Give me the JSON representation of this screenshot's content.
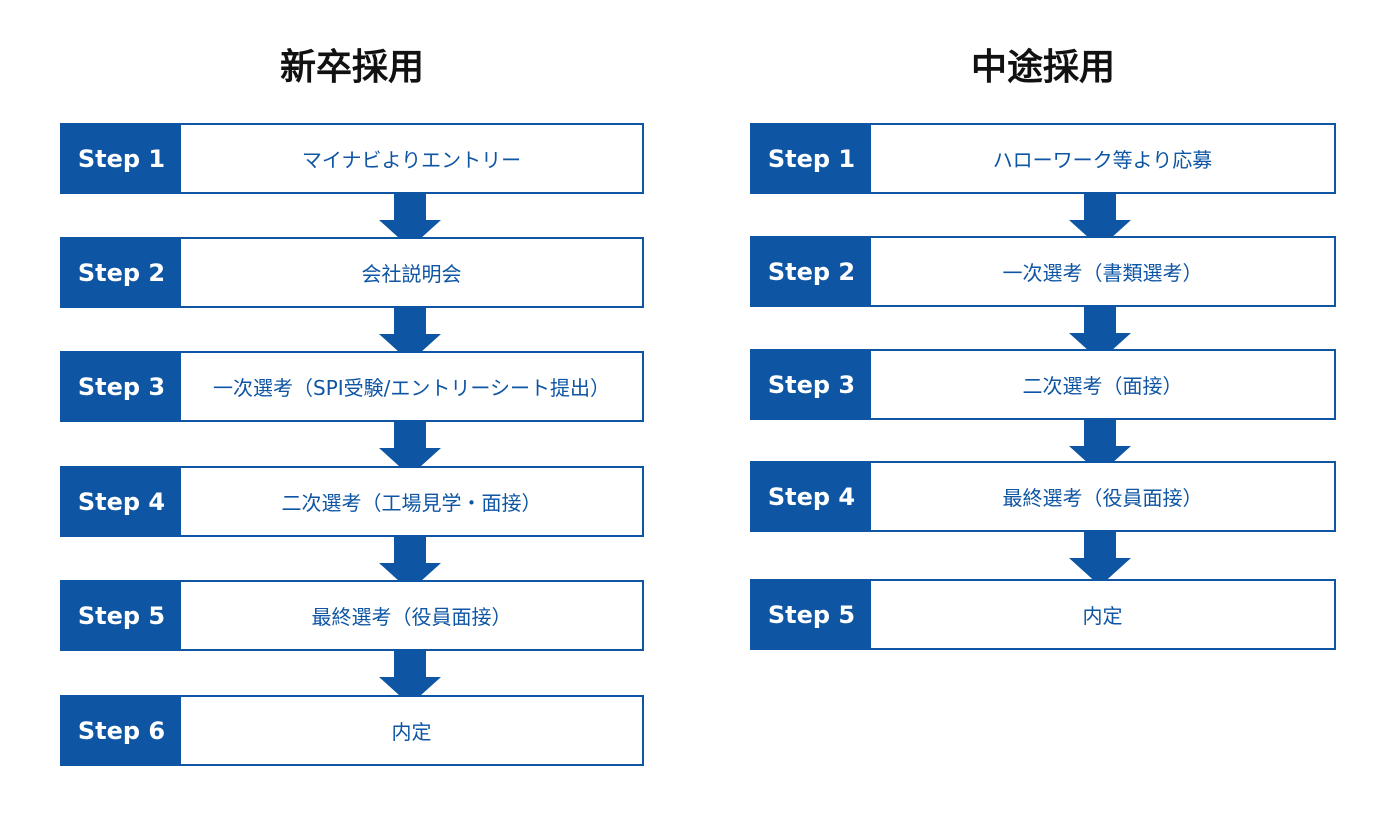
{
  "colors": {
    "primary": "#0e55a3",
    "text_dark": "#111111",
    "background": "#ffffff"
  },
  "columns": [
    {
      "title": "新卒採用",
      "steps": [
        {
          "label": "Step 1",
          "text": "マイナビよりエントリー"
        },
        {
          "label": "Step 2",
          "text": "会社説明会"
        },
        {
          "label": "Step 3",
          "text": "一次選考（SPI受験/エントリーシート提出）"
        },
        {
          "label": "Step 4",
          "text": "二次選考（工場見学・面接）"
        },
        {
          "label": "Step 5",
          "text": "最終選考（役員面接）"
        },
        {
          "label": "Step 6",
          "text": "内定"
        }
      ]
    },
    {
      "title": "中途採用",
      "steps": [
        {
          "label": "Step 1",
          "text": "ハローワーク等より応募"
        },
        {
          "label": "Step 2",
          "text": "一次選考（書類選考）"
        },
        {
          "label": "Step 3",
          "text": "二次選考（面接）"
        },
        {
          "label": "Step 4",
          "text": "最終選考（役員面接）"
        },
        {
          "label": "Step 5",
          "text": "内定"
        }
      ]
    }
  ]
}
